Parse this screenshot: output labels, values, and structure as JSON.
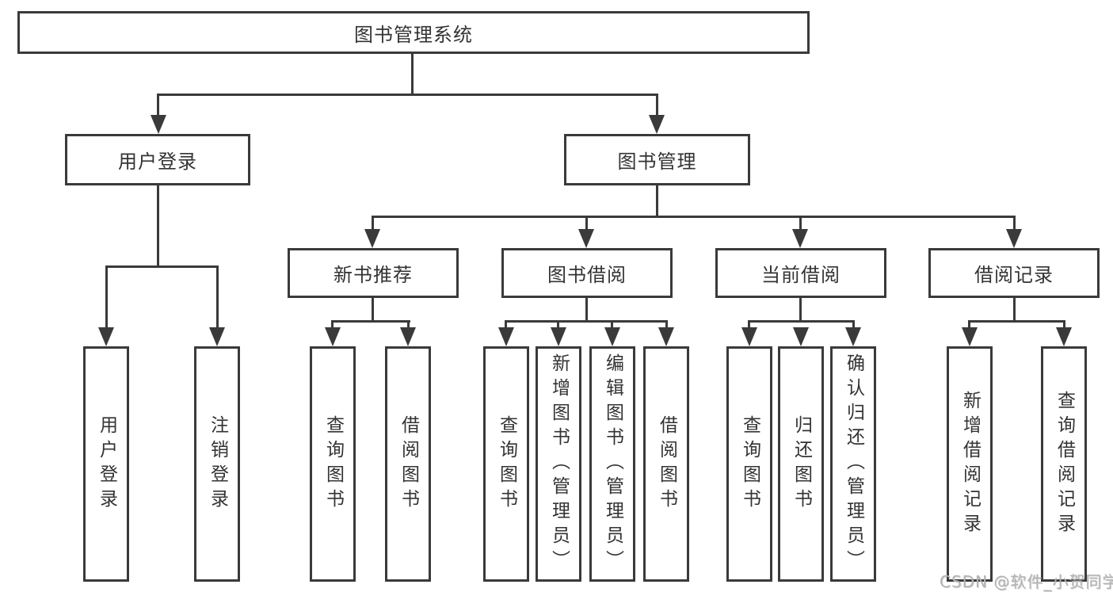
{
  "colors": {
    "line": "#3a3a3a",
    "text": "#333333",
    "watermark": "#b3b3b3",
    "background": "#ffffff"
  },
  "watermark": {
    "text": "CSDN @软件_小贺同学"
  },
  "tree": {
    "root": {
      "label": "图书管理系统",
      "children": [
        {
          "label": "用户登录",
          "children": [
            {
              "label": "用户登录"
            },
            {
              "label": "注销登录"
            }
          ]
        },
        {
          "label": "图书管理",
          "children": [
            {
              "label": "新书推荐",
              "children": [
                {
                  "label": "查询图书"
                },
                {
                  "label": "借阅图书"
                }
              ]
            },
            {
              "label": "图书借阅",
              "children": [
                {
                  "label": "查询图书"
                },
                {
                  "label": "新增图书（管理员）"
                },
                {
                  "label": "编辑图书（管理员）"
                },
                {
                  "label": "借阅图书"
                }
              ]
            },
            {
              "label": "当前借阅",
              "children": [
                {
                  "label": "查询图书"
                },
                {
                  "label": "归还图书"
                },
                {
                  "label": "确认归还（管理员）"
                }
              ]
            },
            {
              "label": "借阅记录",
              "children": [
                {
                  "label": "新增借阅记录"
                },
                {
                  "label": "查询借阅记录"
                }
              ]
            }
          ]
        }
      ]
    }
  }
}
